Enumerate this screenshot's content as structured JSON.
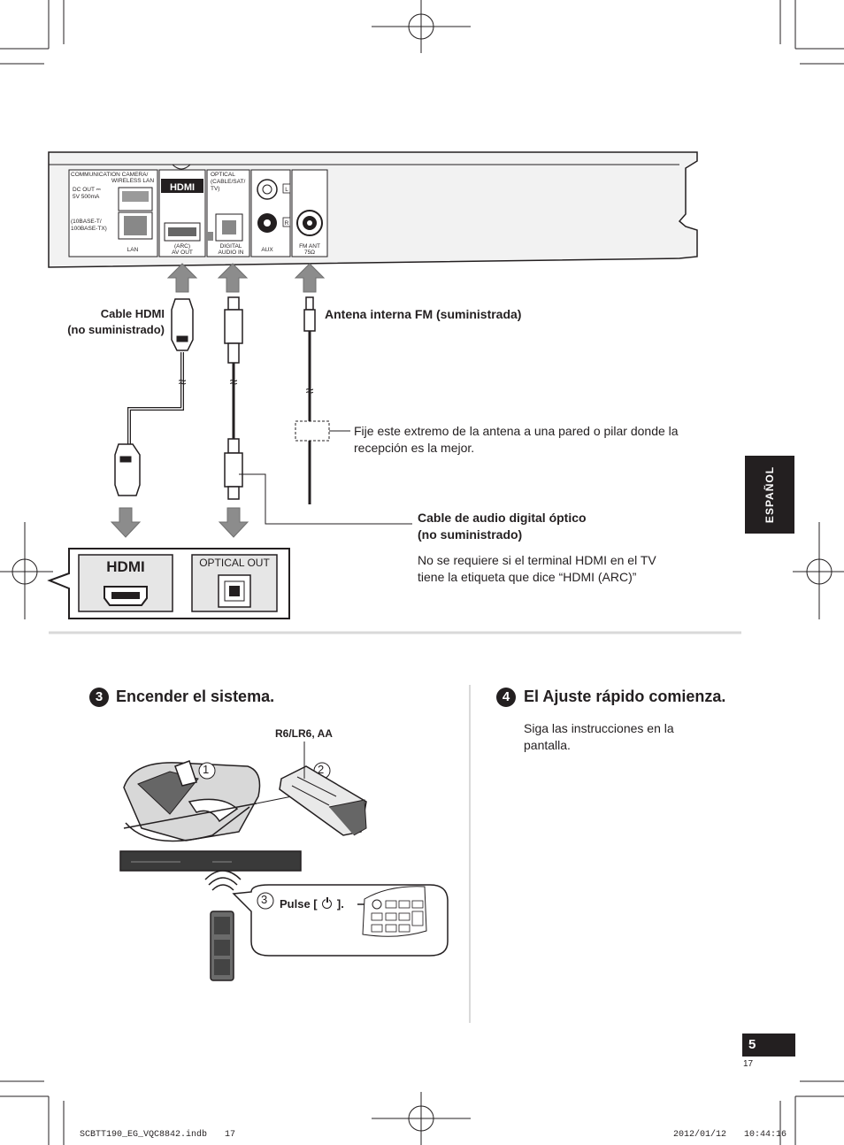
{
  "device_panel": {
    "comm_label": "COMMUNICATION CAMERA/\nWIRELESS LAN",
    "dc_out": "DC OUT ⎓\n5V 500mA",
    "lan_spec": "(10BASE-T/\n100BASE-TX)",
    "lan_label": "LAN",
    "hdmi_logo": "HDMI",
    "arc_label": "(ARC)",
    "av_out_label": "AV OUT",
    "optical_label": "OPTICAL\n(CABLE/SAT/\nTV)",
    "digital_label": "DIGITAL",
    "audio_in_label": "AUDIO IN",
    "aux_label": "AUX",
    "l_label": "L",
    "r_label": "R",
    "fm_ant_label": "FM ANT",
    "ohm_label": "75Ω"
  },
  "labels": {
    "hdmi_cable_line1": "Cable HDMI",
    "hdmi_cable_line2": "(no suministrado)",
    "fm_antenna": "Antena interna FM (suministrada)",
    "antenna_note_line1": "Fije este extremo de la antena a una pared o pilar donde la",
    "antenna_note_line2": "recepción es la mejor.",
    "optical_cable_line1": "Cable de audio digital óptico",
    "optical_cable_line2": "(no suministrado)",
    "optical_note_line1": "No se requiere si el terminal HDMI en el TV",
    "optical_note_line2": "tiene la etiqueta que dice “HDMI (ARC)”"
  },
  "tv_panel": {
    "hdmi_logo": "HDMI",
    "optical_out": "OPTICAL OUT"
  },
  "side_tab": "ESPAÑOL",
  "step3": {
    "number": "3",
    "title": "Encender el sistema.",
    "battery": "R6/LR6, AA",
    "sub1": "1",
    "sub2": "2",
    "sub3": "3",
    "press_label": "Pulse [",
    "press_label_end": "]."
  },
  "step4": {
    "number": "4",
    "title": "El Ajuste rápido comienza.",
    "body_line1": "Siga las instrucciones en la",
    "body_line2": "pantalla."
  },
  "page": {
    "number": "5",
    "sub_number": "17",
    "footer_left": "SCBTT190_EG_VQC8842.indb　　17",
    "footer_right": "2012/01/12　　10:44:16"
  },
  "colors": {
    "dark": "#231f20",
    "gray": "#8c8c8c",
    "panel": "#e6e6e6"
  }
}
